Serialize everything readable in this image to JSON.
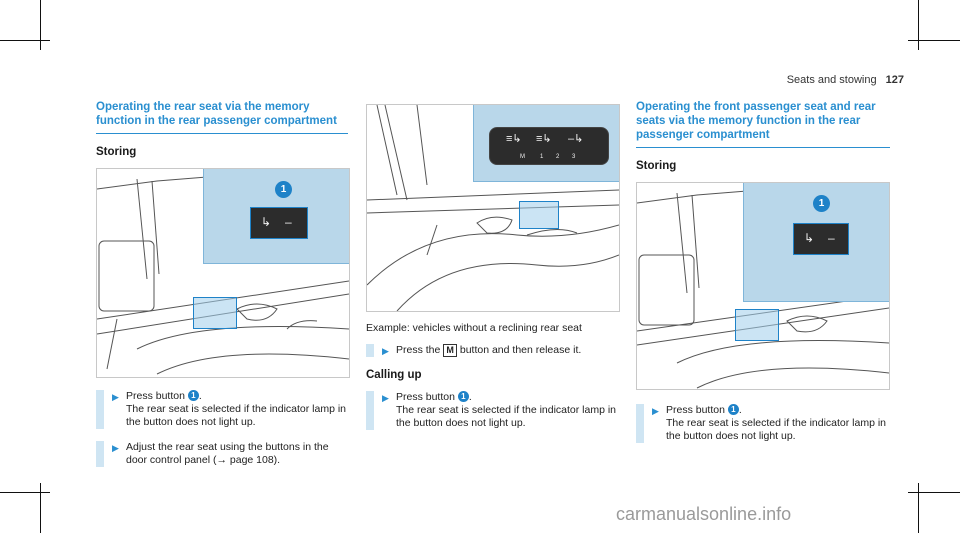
{
  "header": {
    "section": "Seats and stowing",
    "page_number": "127"
  },
  "left": {
    "title": "Operating the rear seat via the memory function in the rear passenger compartment",
    "subtitle": "Storing",
    "callout": "1",
    "steps": [
      {
        "before": "Press button ",
        "num": "1",
        "after": ".",
        "line2": "The rear seat is selected if the indicator lamp in the button does not light up."
      },
      {
        "text": "Adjust the rear seat using the buttons in the door control panel (→ page 108)."
      }
    ]
  },
  "middle": {
    "panel_labels": [
      "M",
      "1",
      "2",
      "3"
    ],
    "caption": "Example: vehicles without a reclining rear seat",
    "step1_before": "Press the",
    "step1_key": "M",
    "step1_after": "button and then release it.",
    "subtitle": "Calling up",
    "step2": {
      "before": "Press button ",
      "num": "1",
      "after": ".",
      "line2": "The rear seat is selected if the indicator lamp in the button does not light up."
    }
  },
  "right": {
    "title": "Operating the front passenger seat and rear seats via the memory function in the rear passenger compartment",
    "subtitle": "Storing",
    "callout": "1",
    "step": {
      "before": "Press button ",
      "num": "1",
      "after": ".",
      "line2": "The rear seat is selected if the indicator lamp in the button does not light up."
    }
  },
  "watermark": "carmanualsonline.info",
  "colors": {
    "accent": "#2a8fd0",
    "inset": "#b9d7ea",
    "panel": "#2c2c2c"
  }
}
